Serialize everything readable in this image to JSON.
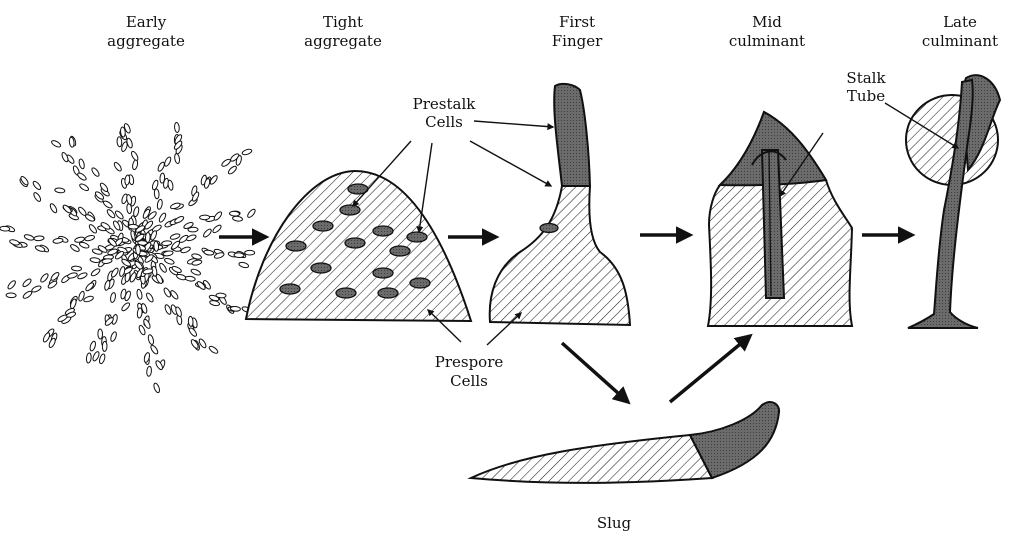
{
  "stages": [
    {
      "line1": "Early",
      "line2": "aggregate"
    },
    {
      "line1": "Tight",
      "line2": "aggregate"
    },
    {
      "line1": "First",
      "line2": "Finger"
    },
    {
      "line1": "Mid",
      "line2": "culminant"
    },
    {
      "line1": "Late",
      "line2": "culminant"
    }
  ],
  "labels": {
    "prestalk_1": "Prestalk",
    "prestalk_2": "Cells",
    "prespore_1": "Prespore",
    "prespore_2": "Cells",
    "stalk_1": "Stalk",
    "stalk_2": "Tube",
    "slug": "Slug"
  },
  "colors": {
    "prestalk": "#6b6b6b",
    "hatch": "#222222",
    "outline": "#111111"
  }
}
